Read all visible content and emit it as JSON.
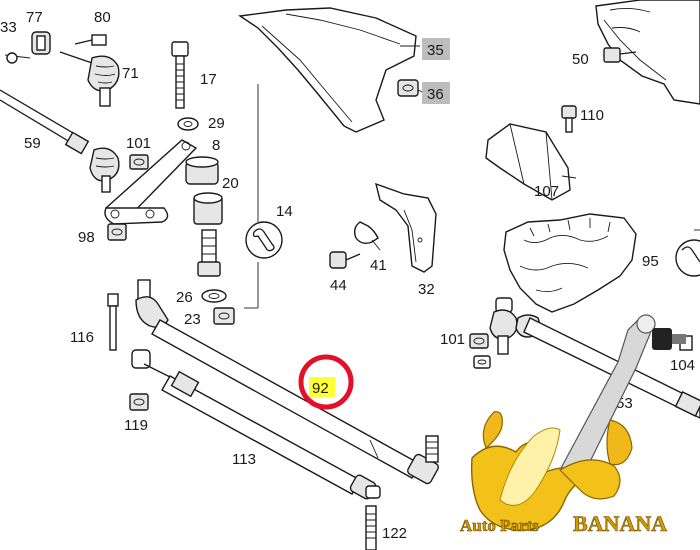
{
  "labels": {
    "p33": "33",
    "p77": "77",
    "p80": "80",
    "p71": "71",
    "p17": "17",
    "p59": "59",
    "p101a": "101",
    "p29": "29",
    "p8": "8",
    "p20": "20",
    "p98": "98",
    "p14": "14",
    "p26": "26",
    "p23": "23",
    "p116": "116",
    "p119": "119",
    "p113": "113",
    "p92": "92",
    "p122": "122",
    "p35": "35",
    "p36": "36",
    "p41": "41",
    "p44": "44",
    "p32": "32",
    "p50": "50",
    "p110": "110",
    "p107": "107",
    "p95": "95",
    "p101b": "101",
    "p53": "53",
    "p104": "104"
  },
  "colors": {
    "highlight": "#ffff33",
    "circle": "#e3102a",
    "label_box": "#bdbdbd",
    "ink": "#1a1a1a",
    "watermark_text": "#d49a00"
  },
  "watermark": {
    "prefix": "Auto Parts ",
    "brand": "BANANA"
  }
}
